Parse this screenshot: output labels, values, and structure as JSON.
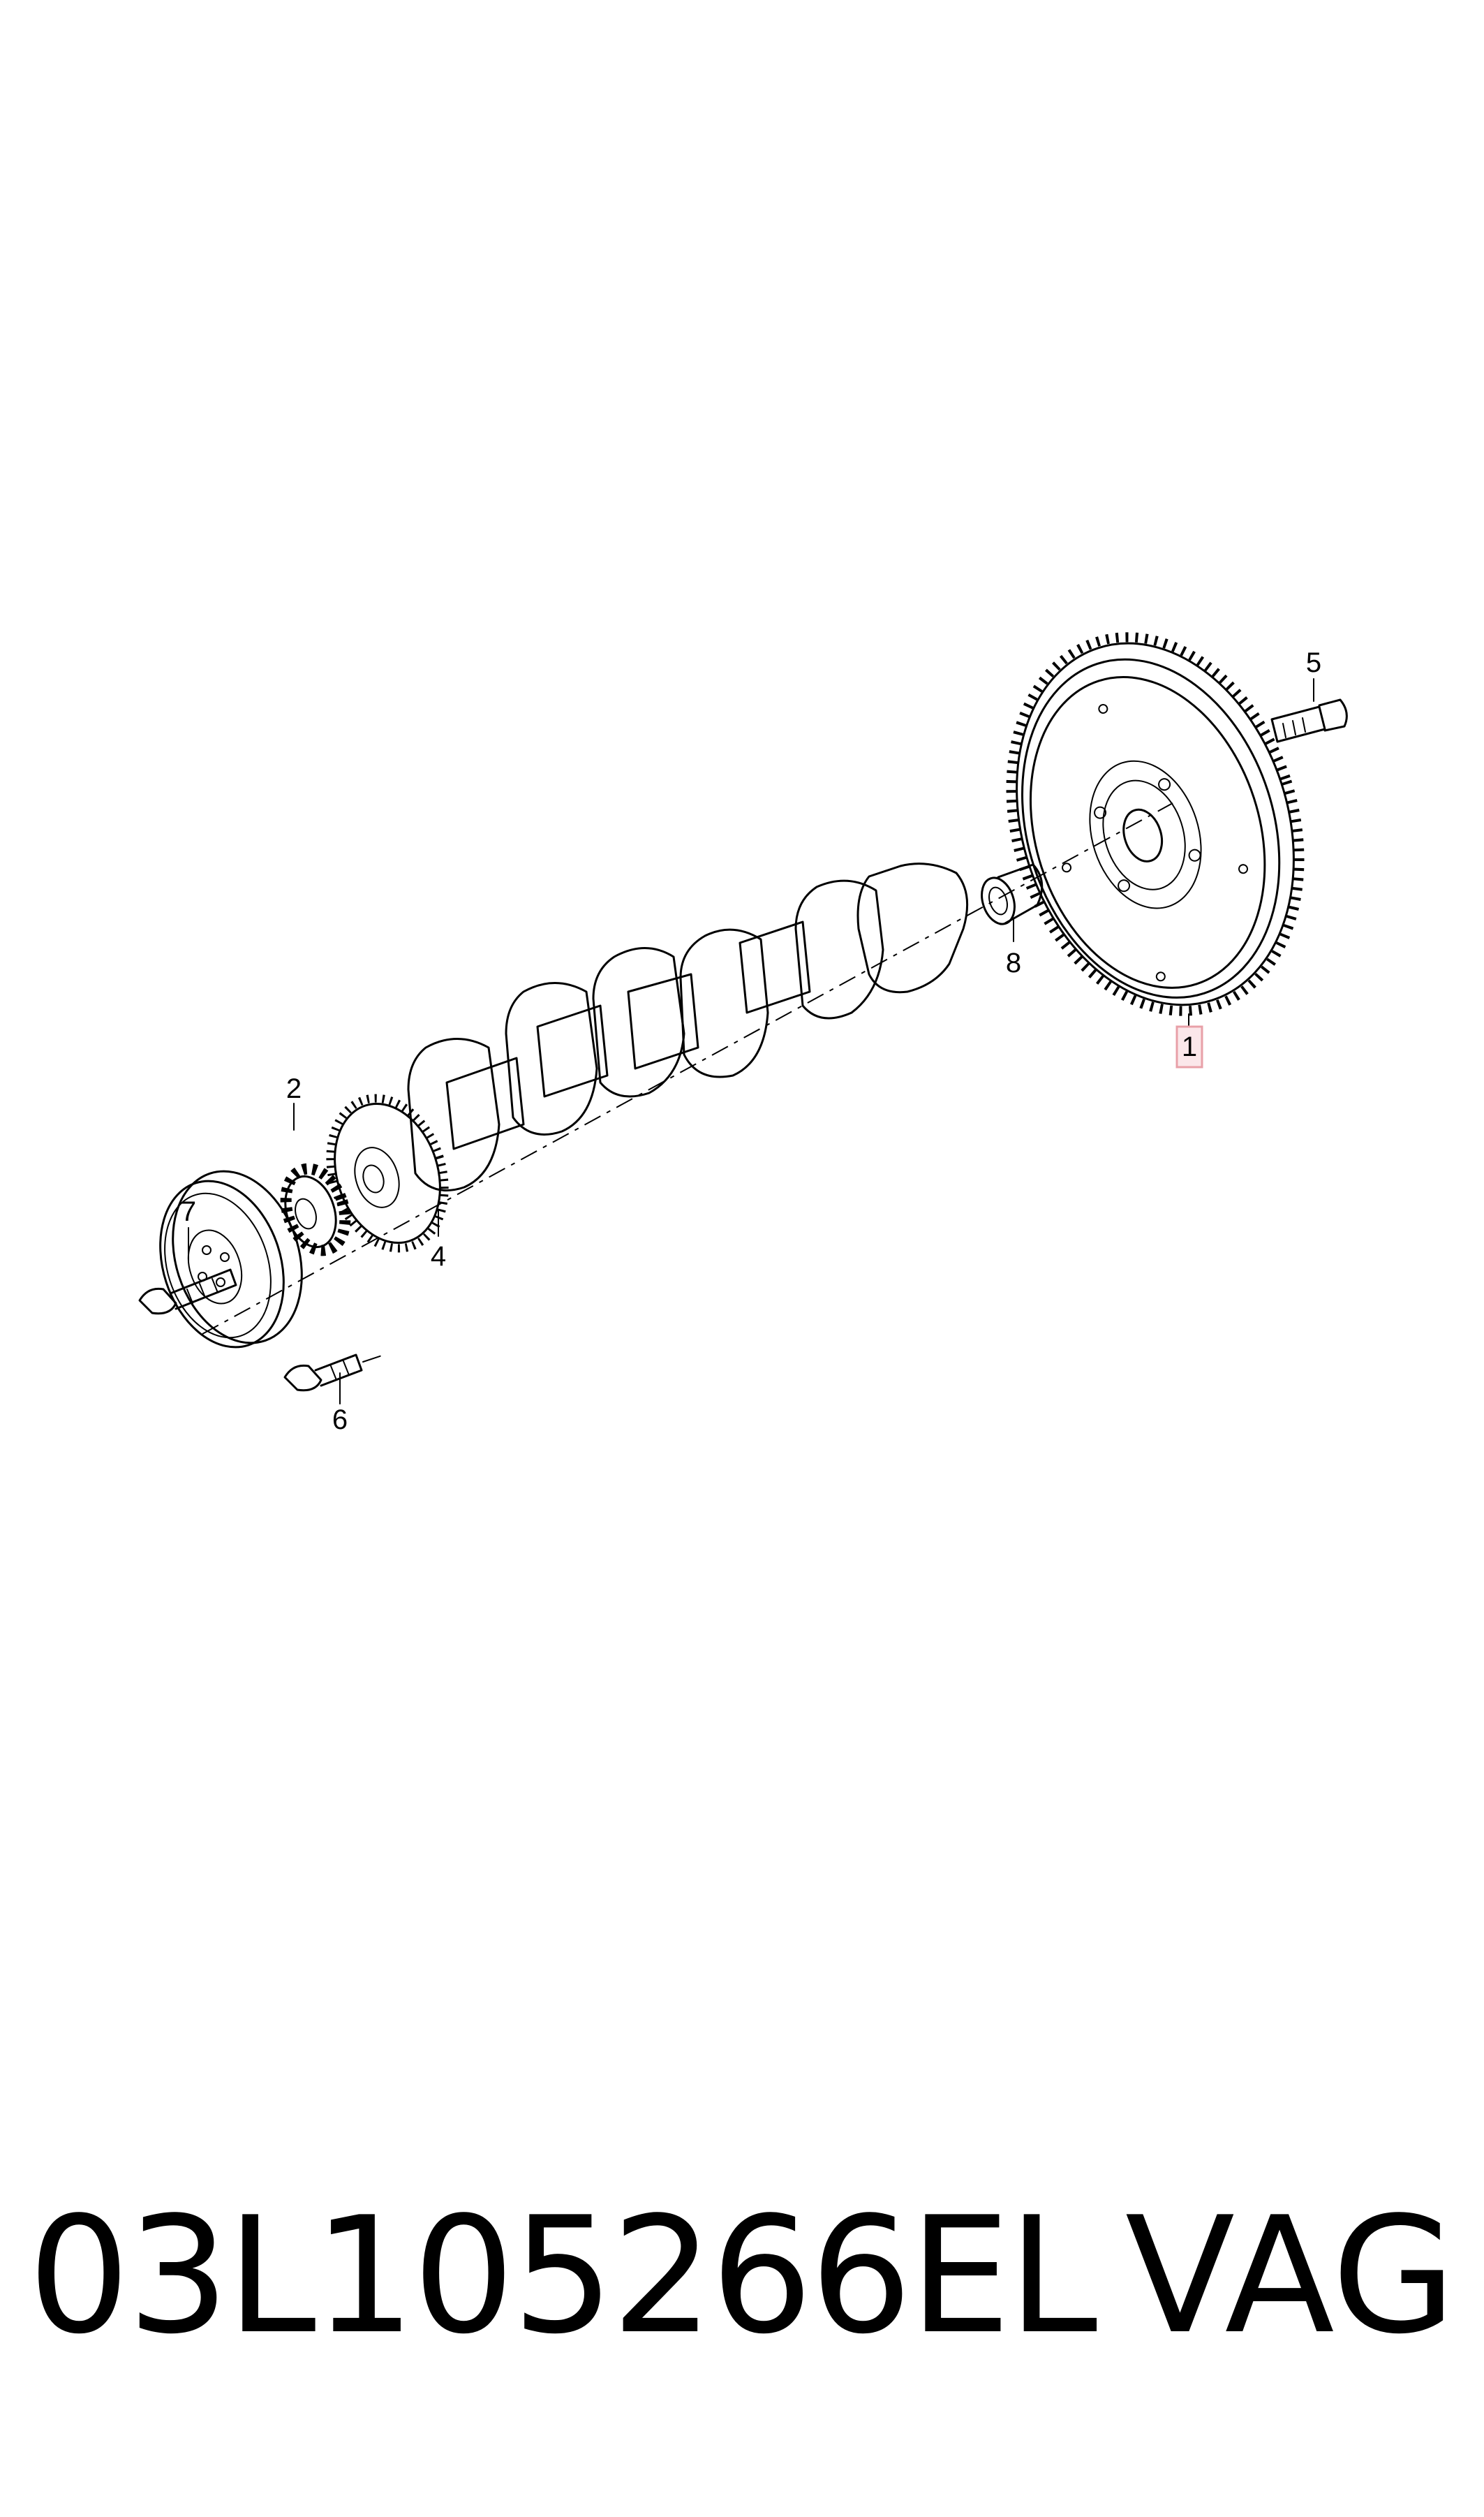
{
  "callouts": {
    "c1": "1",
    "c2": "2",
    "c4": "4",
    "c5": "5",
    "c6": "6",
    "c7": "7",
    "c8": "8"
  },
  "highlight_color": "#e8a0a8",
  "footer": {
    "part_number": "03L105266EL",
    "brand": "VAG"
  }
}
